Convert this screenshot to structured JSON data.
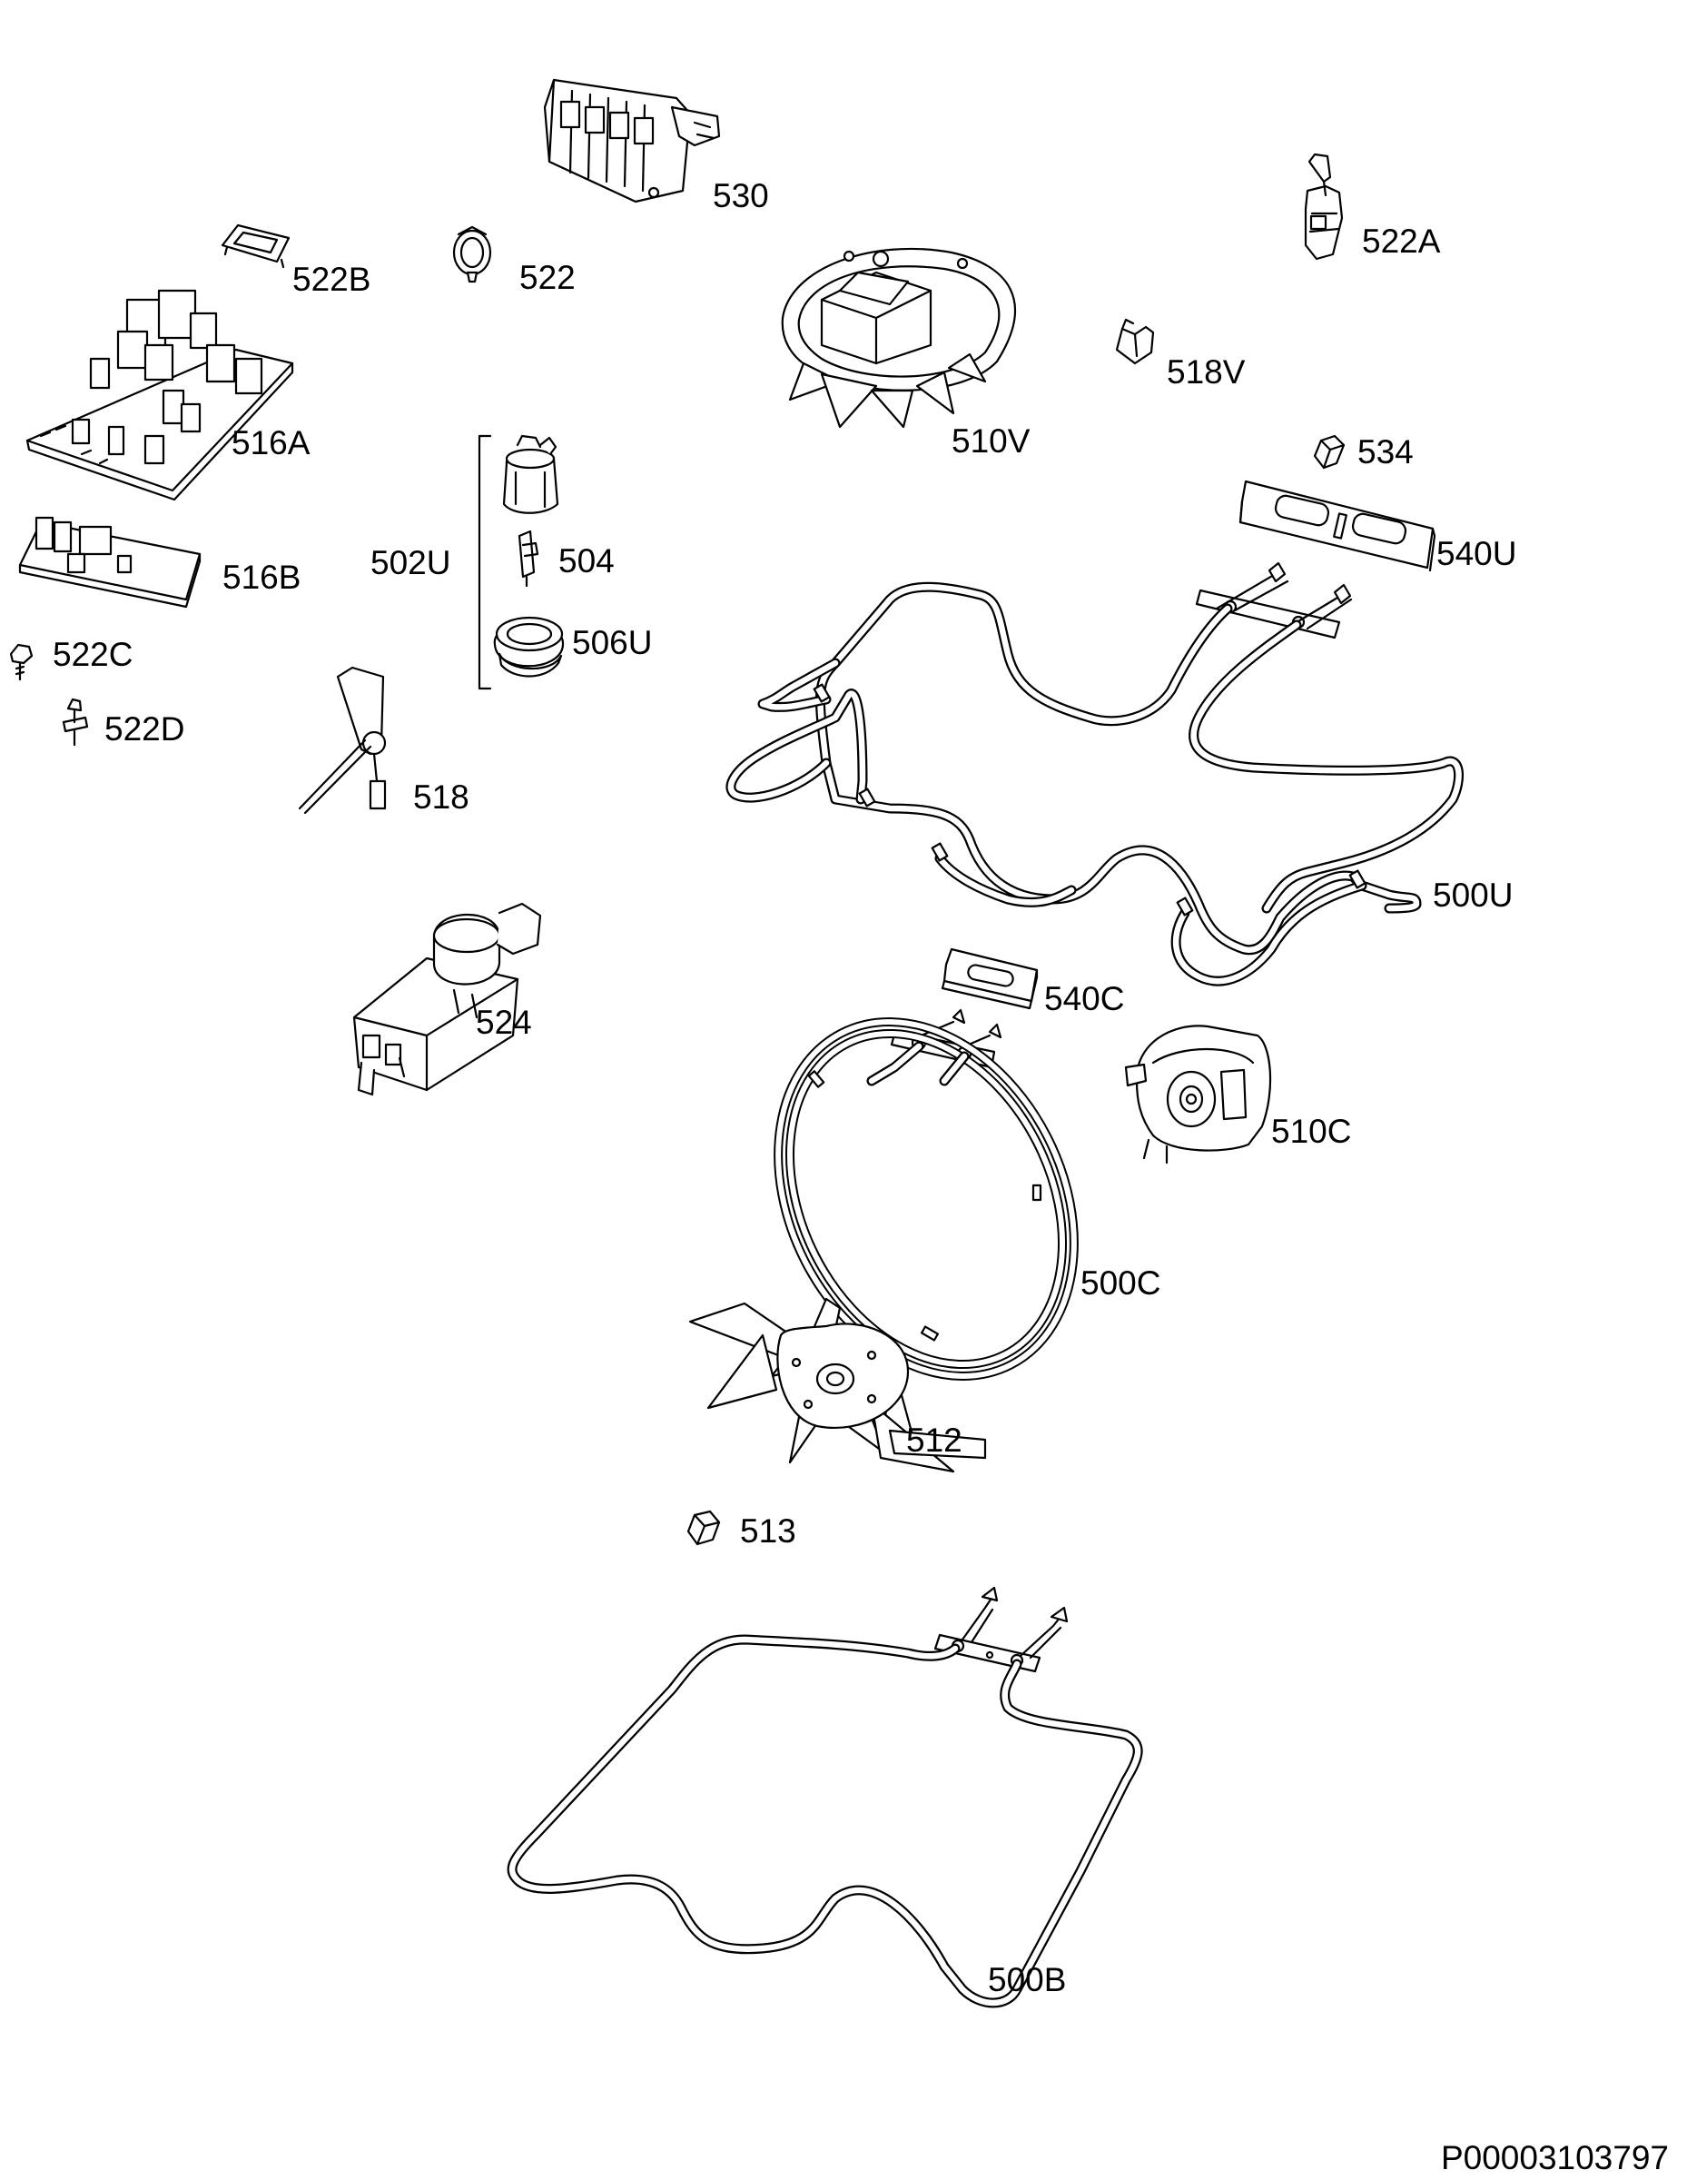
{
  "labels": {
    "p530": "530",
    "p522A": "522A",
    "p522B": "522B",
    "p522": "522",
    "p518V": "518V",
    "p516A": "516A",
    "p510V": "510V",
    "p534": "534",
    "p540U": "540U",
    "p502U": "502U",
    "p504": "504",
    "p516B": "516B",
    "p506U": "506U",
    "p522C": "522C",
    "p522D": "522D",
    "p518": "518",
    "p500U": "500U",
    "p540C": "540C",
    "p524": "524",
    "p510C": "510C",
    "p500C": "500C",
    "p512": "512",
    "p513": "513",
    "p500B": "500B"
  },
  "document_id": "P00003103797"
}
